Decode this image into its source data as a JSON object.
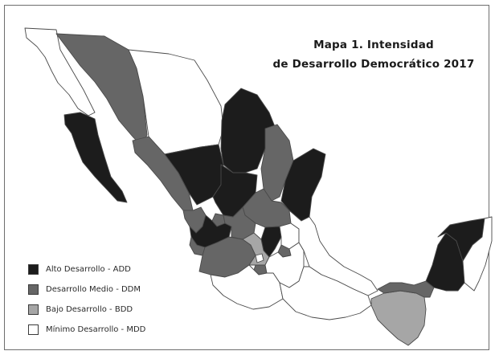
{
  "map": {
    "title_line1": "Mapa 1. Intensidad",
    "title_line2": "de Desarrollo Democrático 2017"
  },
  "colors": {
    "ADD": "#1c1c1c",
    "DDM": "#666666",
    "BDD": "#a6a6a6",
    "MDD": "#ffffff"
  },
  "legend": {
    "items": [
      {
        "code": "ADD",
        "label": "Alto Desarrollo - ADD"
      },
      {
        "code": "DDM",
        "label": "Desarrollo Medio - DDM"
      },
      {
        "code": "BDD",
        "label": "Bajo Desarrollo - BDD"
      },
      {
        "code": "MDD",
        "label": "Mínimo Desarrollo - MDD"
      }
    ]
  },
  "regions": [
    {
      "id": "baja-california",
      "level": "MDD"
    },
    {
      "id": "baja-california-sur",
      "level": "ADD"
    },
    {
      "id": "sonora",
      "level": "DDM"
    },
    {
      "id": "chihuahua",
      "level": "MDD"
    },
    {
      "id": "coahuila",
      "level": "ADD"
    },
    {
      "id": "nuevo-leon",
      "level": "DDM"
    },
    {
      "id": "tamaulipas",
      "level": "ADD"
    },
    {
      "id": "sinaloa",
      "level": "DDM"
    },
    {
      "id": "durango",
      "level": "ADD"
    },
    {
      "id": "zacatecas",
      "level": "ADD"
    },
    {
      "id": "nayarit",
      "level": "DDM"
    },
    {
      "id": "aguascalientes",
      "level": "DDM"
    },
    {
      "id": "jalisco",
      "level": "ADD"
    },
    {
      "id": "san-luis-potosi",
      "level": "DDM"
    },
    {
      "id": "guanajuato",
      "level": "DDM"
    },
    {
      "id": "queretaro",
      "level": "ADD"
    },
    {
      "id": "hidalgo",
      "level": "MDD"
    },
    {
      "id": "colima",
      "level": "DDM"
    },
    {
      "id": "michoacan",
      "level": "DDM"
    },
    {
      "id": "estado-de-mexico",
      "level": "BDD"
    },
    {
      "id": "ciudad-de-mexico",
      "level": "MDD"
    },
    {
      "id": "morelos",
      "level": "DDM"
    },
    {
      "id": "tlaxcala",
      "level": "DDM"
    },
    {
      "id": "puebla",
      "level": "MDD"
    },
    {
      "id": "veracruz",
      "level": "MDD"
    },
    {
      "id": "guerrero",
      "level": "MDD"
    },
    {
      "id": "oaxaca",
      "level": "MDD"
    },
    {
      "id": "chiapas",
      "level": "BDD"
    },
    {
      "id": "tabasco",
      "level": "DDM"
    },
    {
      "id": "campeche",
      "level": "ADD"
    },
    {
      "id": "yucatan",
      "level": "ADD"
    },
    {
      "id": "quintana-roo",
      "level": "MDD"
    }
  ]
}
